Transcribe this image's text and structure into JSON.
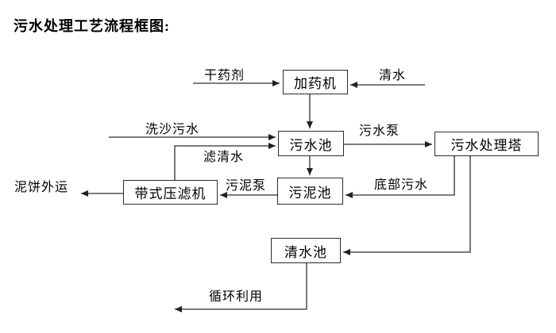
{
  "title": "污水处理工艺流程框图:",
  "colors": {
    "line": "#2e2e2e",
    "border": "#2b2b2b",
    "text": "#000000",
    "background": "#ffffff"
  },
  "diagram": {
    "type": "flowchart",
    "nodes": [
      {
        "id": "dosing-machine",
        "label": "加药机"
      },
      {
        "id": "sewage-pool",
        "label": "污水池"
      },
      {
        "id": "sewage-treatment-tower",
        "label": "污水处理塔"
      },
      {
        "id": "sludge-pool",
        "label": "污泥池"
      },
      {
        "id": "belt-filter-press",
        "label": "带式压滤机"
      },
      {
        "id": "clean-water-pool",
        "label": "清水池"
      }
    ],
    "flow_labels": [
      {
        "id": "dry-chemical",
        "text": "干药剂"
      },
      {
        "id": "clean-water",
        "text": "清水"
      },
      {
        "id": "sand-washing-sewage",
        "text": "洗沙污水"
      },
      {
        "id": "sewage-pump",
        "text": "污水泵"
      },
      {
        "id": "filtered-water",
        "text": "滤清水"
      },
      {
        "id": "sludge-pump",
        "text": "污泥泵"
      },
      {
        "id": "bottom-sewage",
        "text": "底部污水"
      },
      {
        "id": "mud-cake-transport",
        "text": "泥饼外运"
      },
      {
        "id": "recycling",
        "text": "循环利用"
      }
    ],
    "edges": [
      {
        "from": "external-input",
        "to": "dosing-machine",
        "label": "干药剂"
      },
      {
        "from": "external-input",
        "to": "dosing-machine",
        "label": "清水"
      },
      {
        "from": "dosing-machine",
        "to": "sewage-pool",
        "label": ""
      },
      {
        "from": "external-input",
        "to": "sewage-pool",
        "label": "洗沙污水"
      },
      {
        "from": "belt-filter-press",
        "to": "sewage-pool",
        "label": "滤清水"
      },
      {
        "from": "sewage-pool",
        "to": "sewage-treatment-tower",
        "label": "污水泵"
      },
      {
        "from": "sewage-pool",
        "to": "sludge-pool",
        "label": ""
      },
      {
        "from": "sewage-treatment-tower",
        "to": "sludge-pool",
        "label": "底部污水"
      },
      {
        "from": "sludge-pool",
        "to": "belt-filter-press",
        "label": "污泥泵"
      },
      {
        "from": "belt-filter-press",
        "to": "external-output",
        "label": "泥饼外运"
      },
      {
        "from": "sewage-treatment-tower",
        "to": "clean-water-pool",
        "label": ""
      },
      {
        "from": "clean-water-pool",
        "to": "external-output",
        "label": "循环利用"
      }
    ]
  }
}
